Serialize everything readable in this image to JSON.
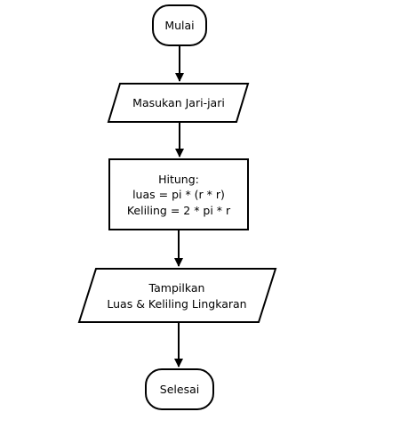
{
  "diagram": {
    "nodes": {
      "start": {
        "type": "terminator",
        "label": "Mulai"
      },
      "input": {
        "type": "input-output",
        "label": "Masukan Jari-jari"
      },
      "process": {
        "type": "process",
        "lines": [
          "Hitung:",
          "luas = pi * (r * r)",
          "Keliling = 2 * pi * r"
        ]
      },
      "output": {
        "type": "input-output",
        "lines": [
          "Tampilkan",
          "Luas & Keliling Lingkaran"
        ]
      },
      "end": {
        "type": "terminator",
        "label": "Selesai"
      }
    },
    "edges": [
      {
        "from": "start",
        "to": "input"
      },
      {
        "from": "input",
        "to": "process"
      },
      {
        "from": "process",
        "to": "output"
      },
      {
        "from": "output",
        "to": "end"
      }
    ],
    "colors": {
      "stroke": "#000000",
      "fill": "#ffffff",
      "text": "#000000"
    }
  }
}
